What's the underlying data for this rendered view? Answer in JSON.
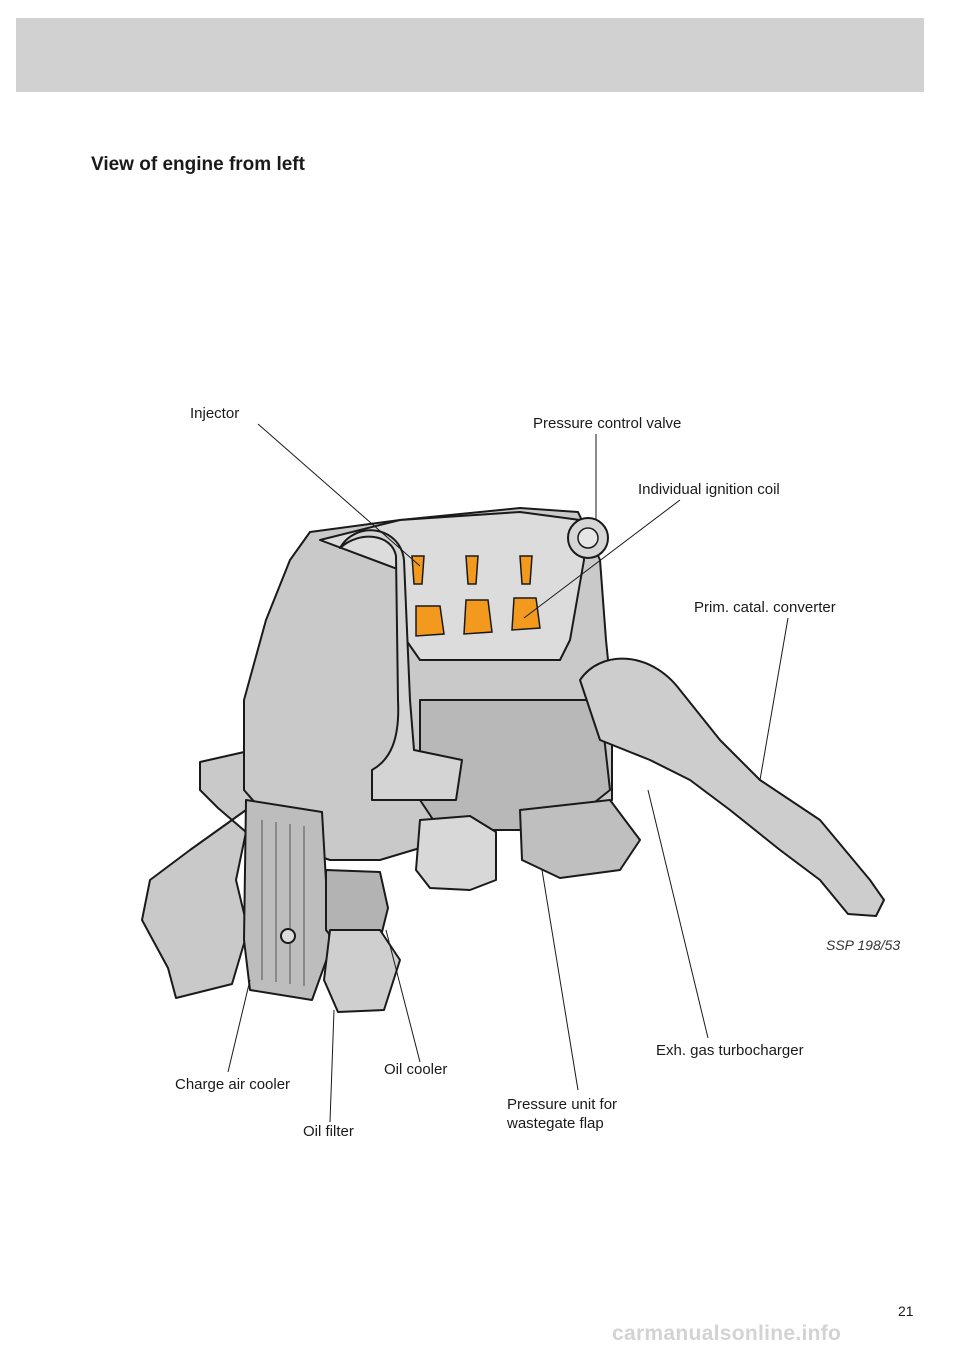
{
  "page": {
    "title": "View of engine from left",
    "figure_ref": "SSP 198/53",
    "page_number": "21",
    "watermark": "carmanualsonline.info"
  },
  "callouts": {
    "injector": "Injector",
    "pressure_control_valve": "Pressure control valve",
    "individual_ignition_coil": "Individual ignition coil",
    "prim_catal_converter": "Prim. catal. converter",
    "exh_gas_turbocharger": "Exh. gas turbocharger",
    "oil_cooler": "Oil cooler",
    "charge_air_cooler": "Charge air cooler",
    "pressure_unit_line1": "Pressure unit for",
    "pressure_unit_line2": "wastegate flap",
    "oil_filter": "Oil filter"
  },
  "colors": {
    "header_band": "#d1d1d1",
    "engine_body": "#c9c9c9",
    "engine_dark": "#a6a6a6",
    "highlight_orange": "#f39a1e",
    "outline": "#1a1a1a"
  }
}
